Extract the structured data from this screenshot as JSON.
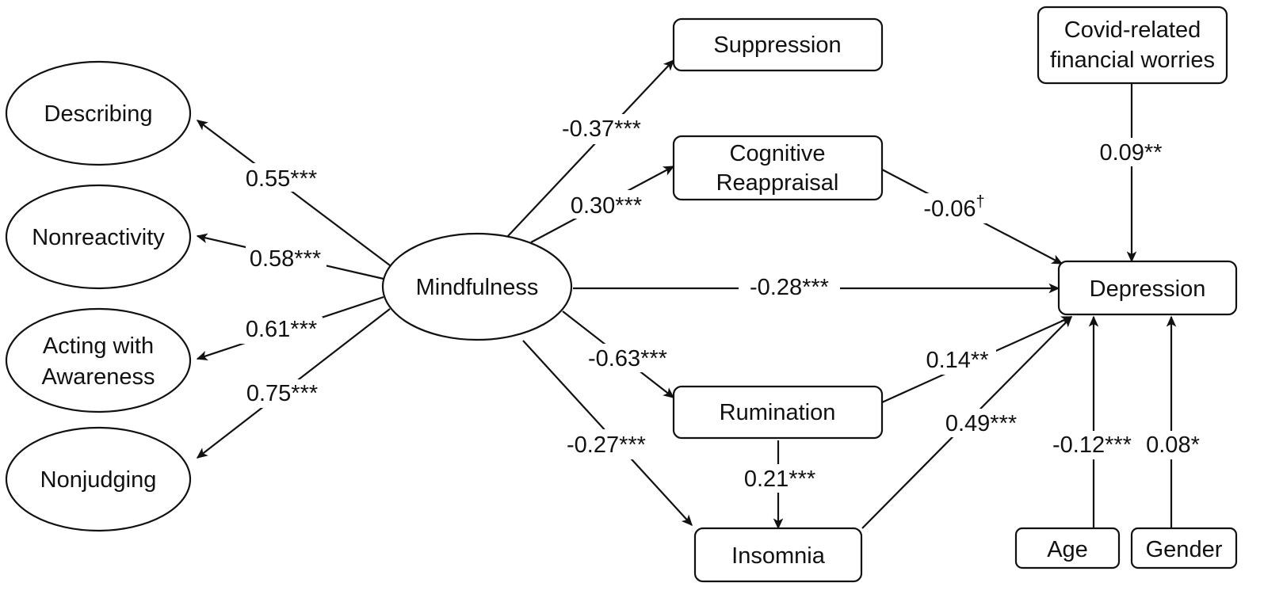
{
  "nodes": {
    "mindfulness": "Mindfulness",
    "describing": "Describing",
    "nonreactivity": "Nonreactivity",
    "acting_l1": "Acting with",
    "acting_l2": "Awareness",
    "nonjudging": "Nonjudging",
    "suppression": "Suppression",
    "reappraisal_l1": "Cognitive",
    "reappraisal_l2": "Reappraisal",
    "rumination": "Rumination",
    "insomnia": "Insomnia",
    "depression": "Depression",
    "covid_l1": "Covid-related",
    "covid_l2": "financial worries",
    "age": "Age",
    "gender": "Gender"
  },
  "coefficients": {
    "describing": "0.55***",
    "nonreactivity": "0.58***",
    "acting": "0.61***",
    "nonjudging": "0.75***",
    "suppression": "-0.37***",
    "reappraisal": "0.30***",
    "direct": "-0.28***",
    "rumination": "-0.63***",
    "insomnia": "-0.27***",
    "reappraisal_dep": "-0.06",
    "reappraisal_dep_mark": "†",
    "rumination_dep": "0.14**",
    "rumination_insomnia": "0.21***",
    "insomnia_dep": "0.49***",
    "covid_dep": "0.09**",
    "age_dep": "-0.12***",
    "gender_dep": "0.08*"
  }
}
